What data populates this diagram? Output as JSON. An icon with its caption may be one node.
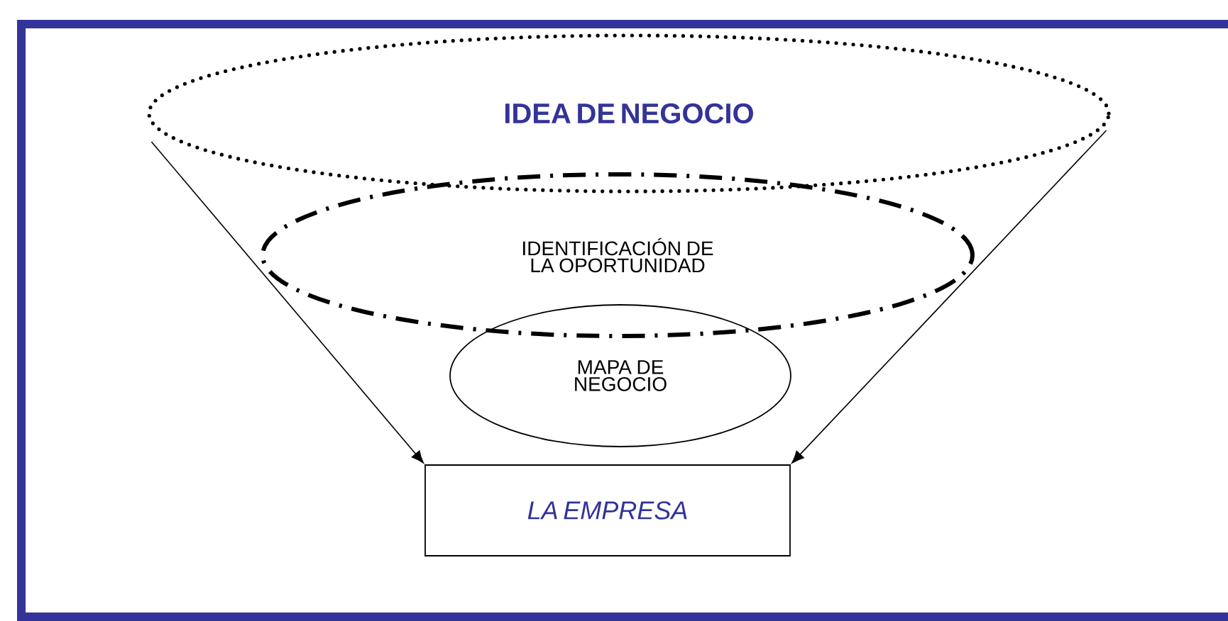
{
  "diagram": {
    "nodes": [
      {
        "text": [
          "IDEA DE NEGOCIO"
        ]
      },
      {
        "text": [
          "IDENTIFICACIÓN DE LA OPORTUNIDAD"
        ]
      },
      {
        "text": [
          "MAPA DE NEGOCIO"
        ]
      },
      {
        "text": [
          "LA EMPRESA"
        ]
      }
    ],
    "edges": [
      {
        "from": 0,
        "to": 3,
        "arrow": "to"
      },
      {
        "from": 0,
        "to": 3,
        "arrow": "to"
      }
    ]
  }
}
